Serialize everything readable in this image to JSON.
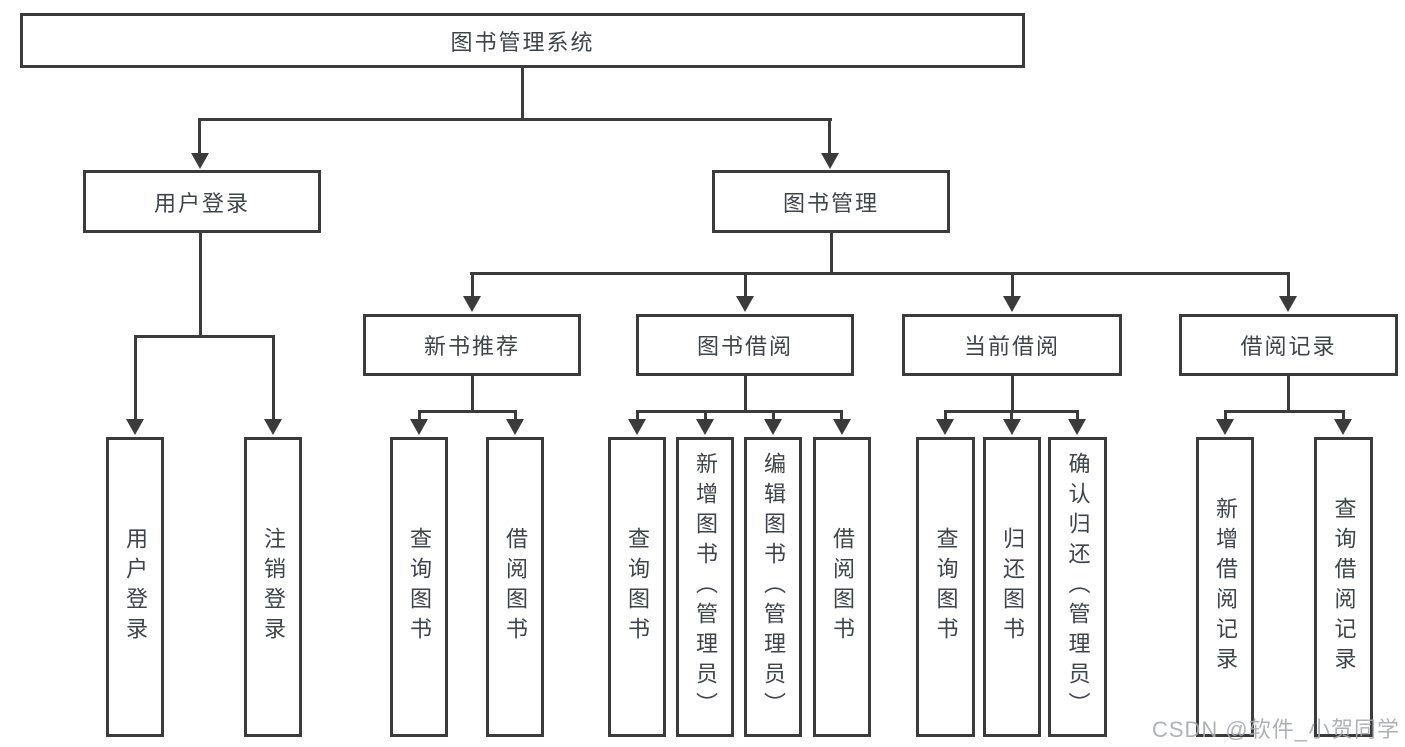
{
  "nodes": {
    "root": "图书管理系统",
    "user_login": "用户登录",
    "book_mgmt": "图书管理",
    "new_book_rec": "新书推荐",
    "book_borrow": "图书借阅",
    "current_borrow": "当前借阅",
    "borrow_records": "借阅记录",
    "ul_user_login": "用户登录",
    "ul_logout": "注销登录",
    "nb_query_book": "查询图书",
    "nb_borrow_book": "借阅图书",
    "bb_query_book": "查询图书",
    "bb_add_book": "新增图书（管理员）",
    "bb_edit_book": "编辑图书（管理员）",
    "bb_borrow_book": "借阅图书",
    "cb_query_book": "查询图书",
    "cb_return_book": "归还图书",
    "cb_confirm_return": "确认归还（管理员）",
    "br_add_record": "新增借阅记录",
    "br_query_record": "查询借阅记录"
  },
  "hierarchy": {
    "图书管理系统": [
      "用户登录",
      "图书管理"
    ],
    "用户登录": [
      "用户登录",
      "注销登录"
    ],
    "图书管理": [
      "新书推荐",
      "图书借阅",
      "当前借阅",
      "借阅记录"
    ],
    "新书推荐": [
      "查询图书",
      "借阅图书"
    ],
    "图书借阅": [
      "查询图书",
      "新增图书（管理员）",
      "编辑图书（管理员）",
      "借阅图书"
    ],
    "当前借阅": [
      "查询图书",
      "归还图书",
      "确认归还（管理员）"
    ],
    "借阅记录": [
      "新增借阅记录",
      "查询借阅记录"
    ]
  },
  "watermark": "CSDN @软件_小贺同学",
  "colors": {
    "line": "#3b3b3b",
    "text": "#3f444b",
    "watermark": "#a5aab0",
    "background": "#ffffff"
  }
}
